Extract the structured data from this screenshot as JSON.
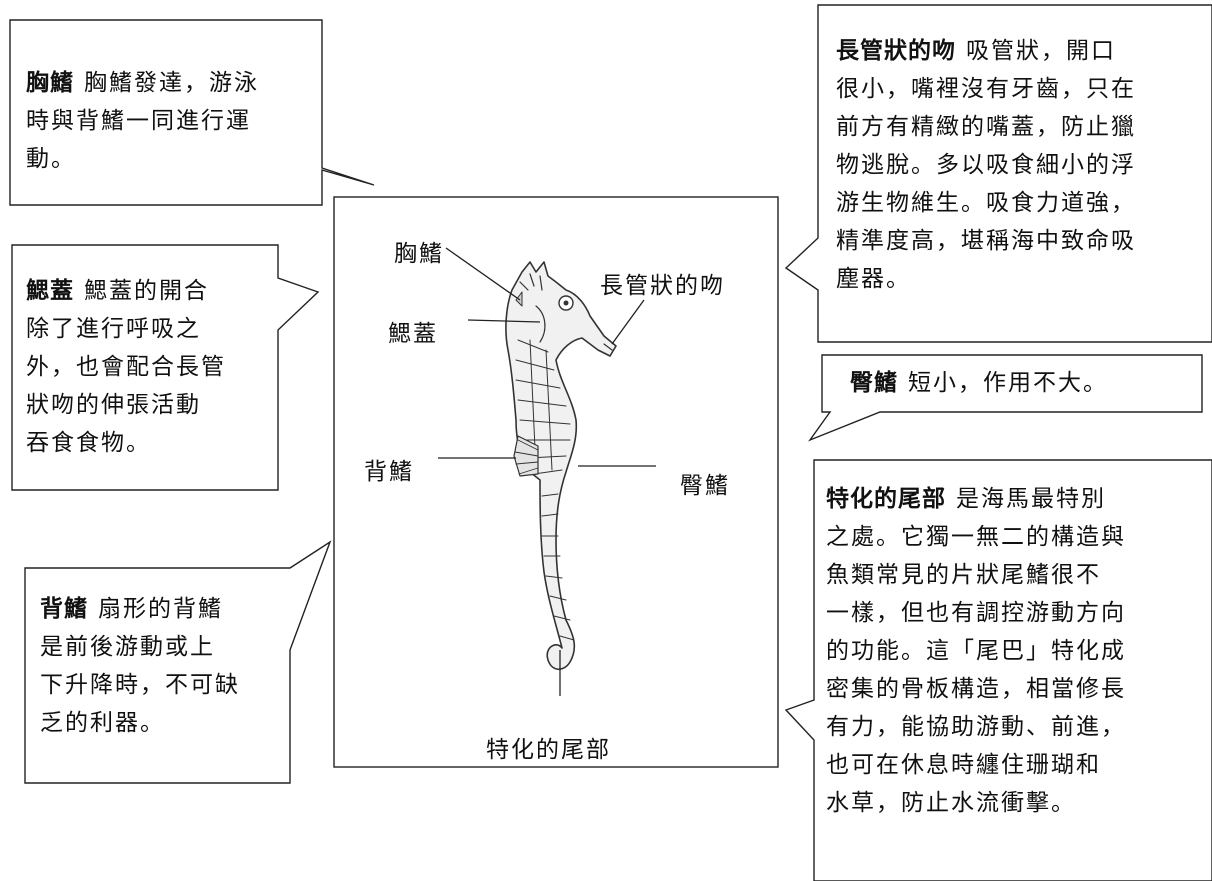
{
  "boxes": {
    "pectoral": {
      "title": "胸鰭",
      "lines": [
        "胸鰭發達，游泳",
        "時與背鰭一同進行運",
        "動。"
      ]
    },
    "operculum": {
      "title": "鰓蓋",
      "lines": [
        "鰓蓋的開合",
        "除了進行呼吸之",
        "外，也會配合長管",
        "狀吻的伸張活動",
        "吞食食物。"
      ]
    },
    "dorsal": {
      "title": "背鰭",
      "lines": [
        "扇形的背鰭",
        "是前後游動或上",
        "下升降時，不可缺",
        "乏的利器。"
      ]
    },
    "snout": {
      "title": "長管狀的吻",
      "lines": [
        "吸管狀，開口",
        "很小，嘴裡沒有牙齒，只在",
        "前方有精緻的嘴蓋，防止獵",
        "物逃脫。多以吸食細小的浮",
        "游生物維生。吸食力道強，",
        "精準度高，堪稱海中致命吸",
        "塵器。"
      ]
    },
    "anal": {
      "title": "臀鰭",
      "lines": [
        "短小，作用不大。"
      ]
    },
    "tail": {
      "title": "特化的尾部",
      "lines": [
        "是海馬最特別",
        "之處。它獨一無二的構造與",
        "魚類常見的片狀尾鰭很不",
        "一樣，但也有調控游動方向",
        "的功能。這「尾巴」特化成",
        "密集的骨板構造，相當修長",
        "有力，能協助游動、前進，",
        "也可在休息時纏住珊瑚和",
        "水草，防止水流衝擊。"
      ]
    }
  },
  "figure_labels": {
    "pectoral": "胸鰭",
    "operculum": "鰓蓋",
    "snout": "長管狀的吻",
    "dorsal": "背鰭",
    "anal": "臀鰭",
    "tail": "特化的尾部"
  }
}
